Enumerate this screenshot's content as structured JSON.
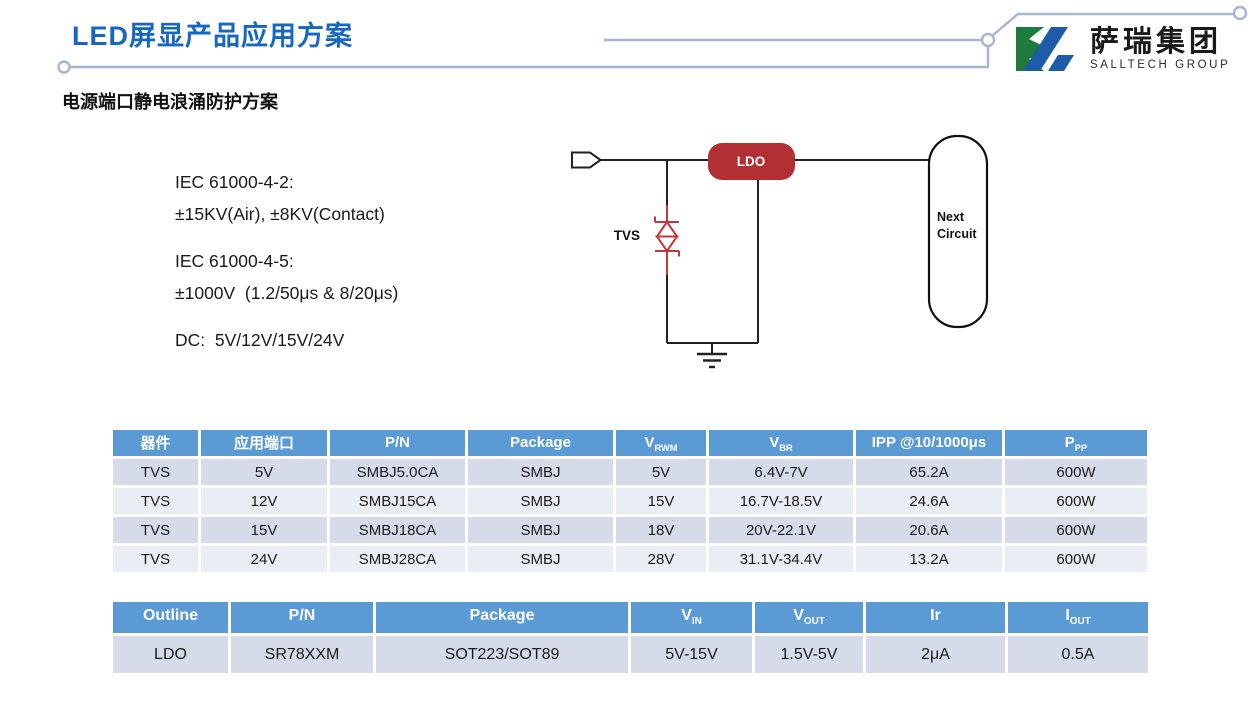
{
  "slide": {
    "title": "LED屏显产品应用方案",
    "subtitle": "电源端口静电浪涌防护方案"
  },
  "logo": {
    "name_cn": "萨瑞集团",
    "name_en": "SALLTECH GROUP",
    "green": "#1f7a3d",
    "blue": "#1c5ca8"
  },
  "specs": {
    "groups": [
      [
        "IEC 61000-4-2:",
        "±15KV(Air), ±8KV(Contact)"
      ],
      [
        "IEC 61000-4-5:",
        "±1000V  (1.2/50μs & 8/20μs)"
      ],
      [
        "DC:  5V/12V/15V/24V"
      ]
    ]
  },
  "circuit": {
    "tvs_label": "TVS",
    "ldo_label": "LDO",
    "next_line1": "Next",
    "next_line2": "Circuit",
    "ldo_color": "#b22f33",
    "tvs_color": "#c0393b"
  },
  "tables": {
    "tvs": {
      "columns": [
        {
          "base": "器件",
          "sub": ""
        },
        {
          "base": "应用端口",
          "sub": ""
        },
        {
          "base": "P/N",
          "sub": ""
        },
        {
          "base": "Package",
          "sub": ""
        },
        {
          "base": "V",
          "sub": "RWM"
        },
        {
          "base": "V",
          "sub": "BR"
        },
        {
          "base": "IPP @10/1000μs",
          "sub": ""
        },
        {
          "base": "P",
          "sub": "PP"
        }
      ],
      "rows": [
        [
          "TVS",
          "5V",
          "SMBJ5.0CA",
          "SMBJ",
          "5V",
          "6.4V-7V",
          "65.2A",
          "600W"
        ],
        [
          "TVS",
          "12V",
          "SMBJ15CA",
          "SMBJ",
          "15V",
          "16.7V-18.5V",
          "24.6A",
          "600W"
        ],
        [
          "TVS",
          "15V",
          "SMBJ18CA",
          "SMBJ",
          "18V",
          "20V-22.1V",
          "20.6A",
          "600W"
        ],
        [
          "TVS",
          "24V",
          "SMBJ28CA",
          "SMBJ",
          "28V",
          "31.1V-34.4V",
          "13.2A",
          "600W"
        ]
      ]
    },
    "ldo": {
      "columns": [
        {
          "base": "Outline",
          "sub": ""
        },
        {
          "base": "P/N",
          "sub": ""
        },
        {
          "base": "Package",
          "sub": ""
        },
        {
          "base": "V",
          "sub": "IN"
        },
        {
          "base": "V",
          "sub": "OUT"
        },
        {
          "base": "Ir",
          "sub": ""
        },
        {
          "base": "I",
          "sub": "OUT"
        }
      ],
      "rows": [
        [
          "LDO",
          "SR78XXM",
          "SOT223/SOT89",
          "5V-15V",
          "1.5V-5V",
          "2μA",
          "0.5A"
        ]
      ]
    }
  },
  "theme": {
    "title_blue": "#1567c2",
    "header_blue": "#5b9bd5",
    "band_dark": "#d5dbe8",
    "band_light": "#e9edf4",
    "trace_color": "#a9b5d0"
  }
}
